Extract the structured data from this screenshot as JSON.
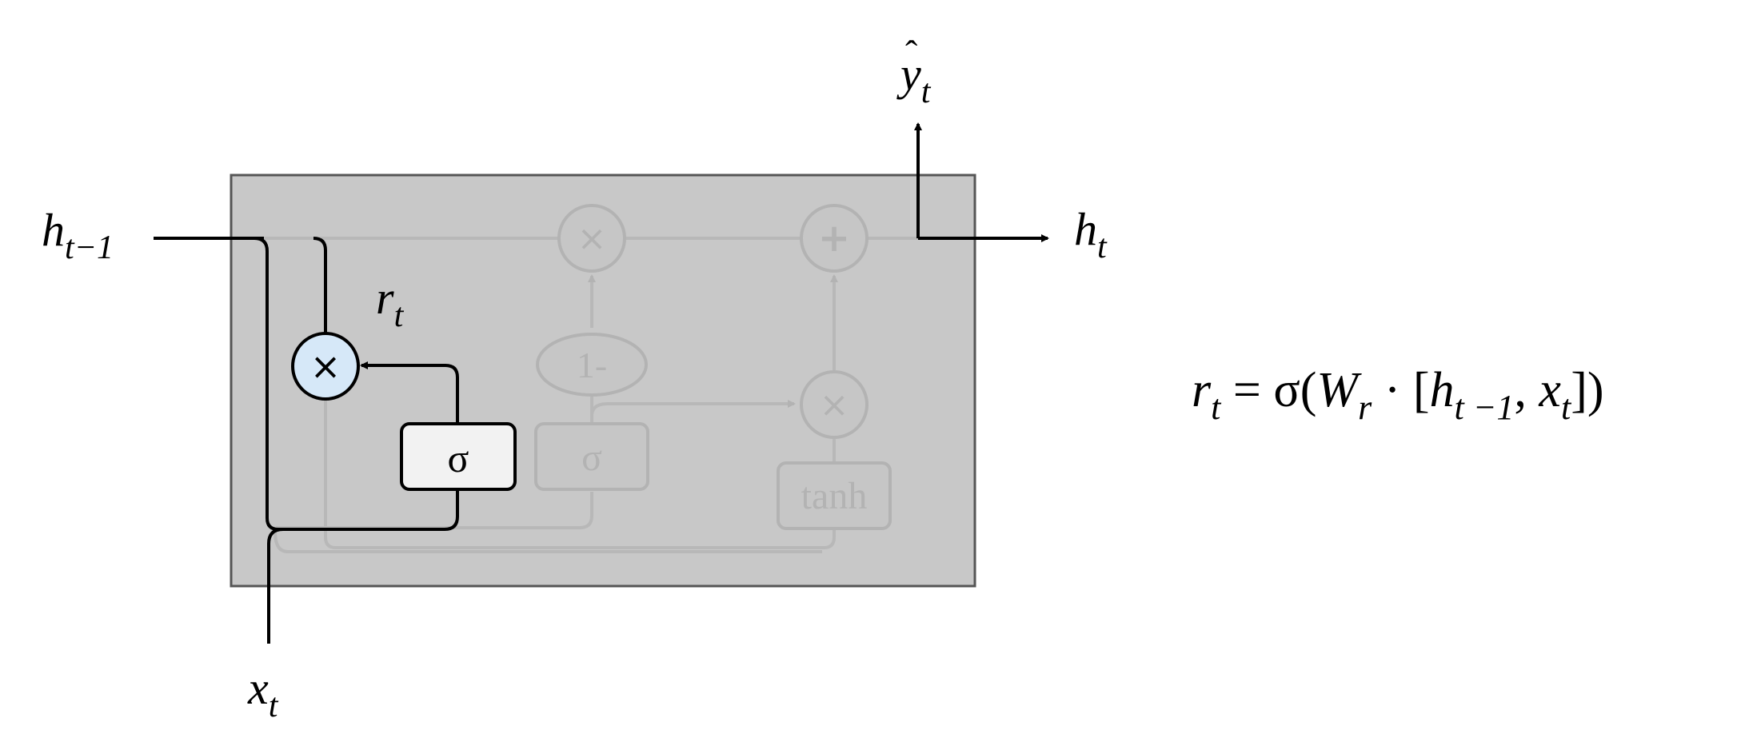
{
  "labels": {
    "h_prev_base": "h",
    "h_prev_sub": "t−1",
    "h_out_base": "h",
    "h_out_sub": "t",
    "y_hat_base": "y",
    "y_hat_accent": "ˆ",
    "y_hat_sub": "t",
    "x_in_base": "x",
    "x_in_sub": "t",
    "r_base": "r",
    "r_sub": "t"
  },
  "nodes": {
    "reset_multiply": "×",
    "update_multiply": "×",
    "add": "+",
    "candidate_multiply": "×",
    "one_minus": "1-",
    "reset_sigma": "σ",
    "update_sigma": "σ",
    "tanh": "tanh"
  },
  "equation": {
    "lhs_base": "r",
    "lhs_sub": "t",
    "eq": " = σ(",
    "w_base": "W",
    "w_sub": "r",
    "dot": " · [",
    "h_base": "h",
    "h_sub": "t −1",
    "comma": ", ",
    "x_base": "x",
    "x_sub": "t",
    "close": "])"
  },
  "colors": {
    "cell_background": "#c8c8c8",
    "highlight_node": "#d6e8f8",
    "highlight_box": "#f2f2f2",
    "dimmed": "#b3b3b3",
    "active": "#000000"
  }
}
